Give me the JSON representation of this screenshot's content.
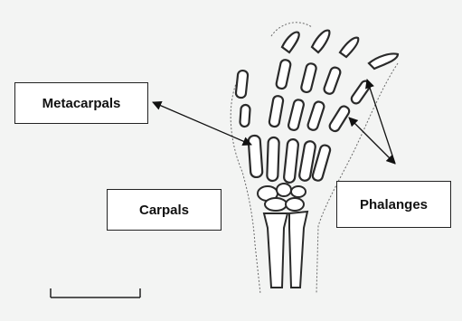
{
  "labels": {
    "metacarpals": "Metacarpals",
    "carpals": "Carpals",
    "phalanges": "Phalanges"
  },
  "colors": {
    "background": "#f3f4f3",
    "ink": "#2a2a2a",
    "bone_fill": "#ffffff"
  },
  "scale_bar": {
    "label": ""
  }
}
